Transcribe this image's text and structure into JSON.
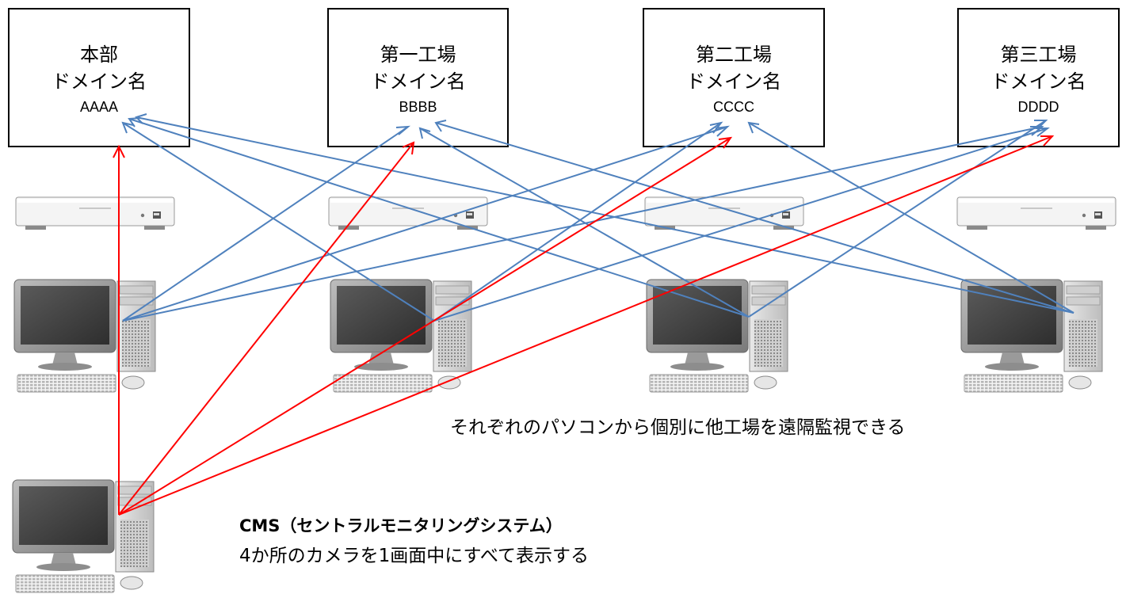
{
  "domains": [
    {
      "line1": "本部",
      "line2": "ドメイン名",
      "line3": "AAAA"
    },
    {
      "line1": "第一工場",
      "line2": "ドメイン名",
      "line3": "BBBB"
    },
    {
      "line1": "第二工場",
      "line2": "ドメイン名",
      "line3": "CCCC"
    },
    {
      "line1": "第三工場",
      "line2": "ドメイン名",
      "line3": "DDDD"
    }
  ],
  "annotation": "それぞれのパソコンから個別に他工場を遠隔監視できる",
  "cms": {
    "title": "CMS（セントラルモニタリングシステム）",
    "description": "4か所のカメラを1画面中にすべて表示する"
  },
  "devices": {
    "recorders": 4,
    "site_computers": 4,
    "cms_computer": 1
  },
  "colors": {
    "site_links": "#4f81bd",
    "cms_links": "#ff0000",
    "monitor_frame": "#8c8c8c",
    "monitor_screen": "#404040",
    "recorder_body": "#f2f2f2"
  }
}
